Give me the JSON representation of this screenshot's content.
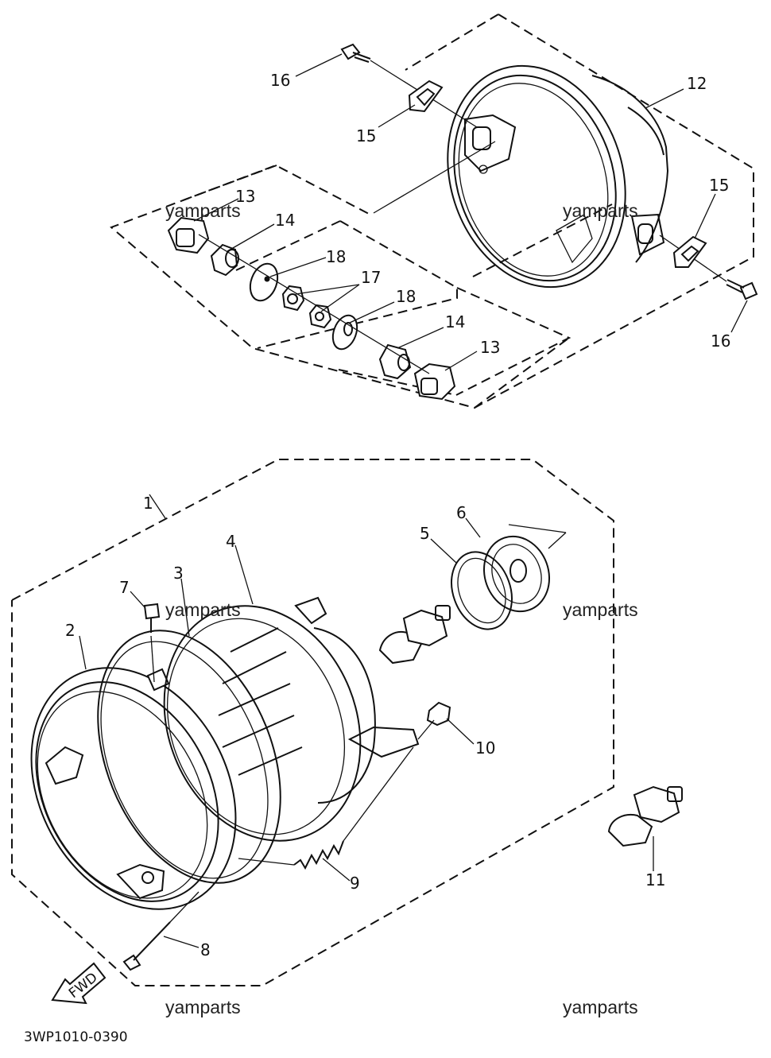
{
  "figure_code": "3WP1010-0390",
  "direction_arrow": "FWD",
  "watermark": "yamparts",
  "callouts": {
    "p1": "1",
    "p2": "2",
    "p3": "3",
    "p4": "4",
    "p5": "5",
    "p6": "6",
    "p7": "7",
    "p8": "8",
    "p9": "9",
    "p10": "10",
    "p11": "11",
    "p12": "12",
    "p13a": "13",
    "p13b": "13",
    "p14a": "14",
    "p14b": "14",
    "p15a": "15",
    "p15b": "15",
    "p16a": "16",
    "p16b": "16",
    "p17": "17",
    "p18a": "18",
    "p18b": "18"
  }
}
